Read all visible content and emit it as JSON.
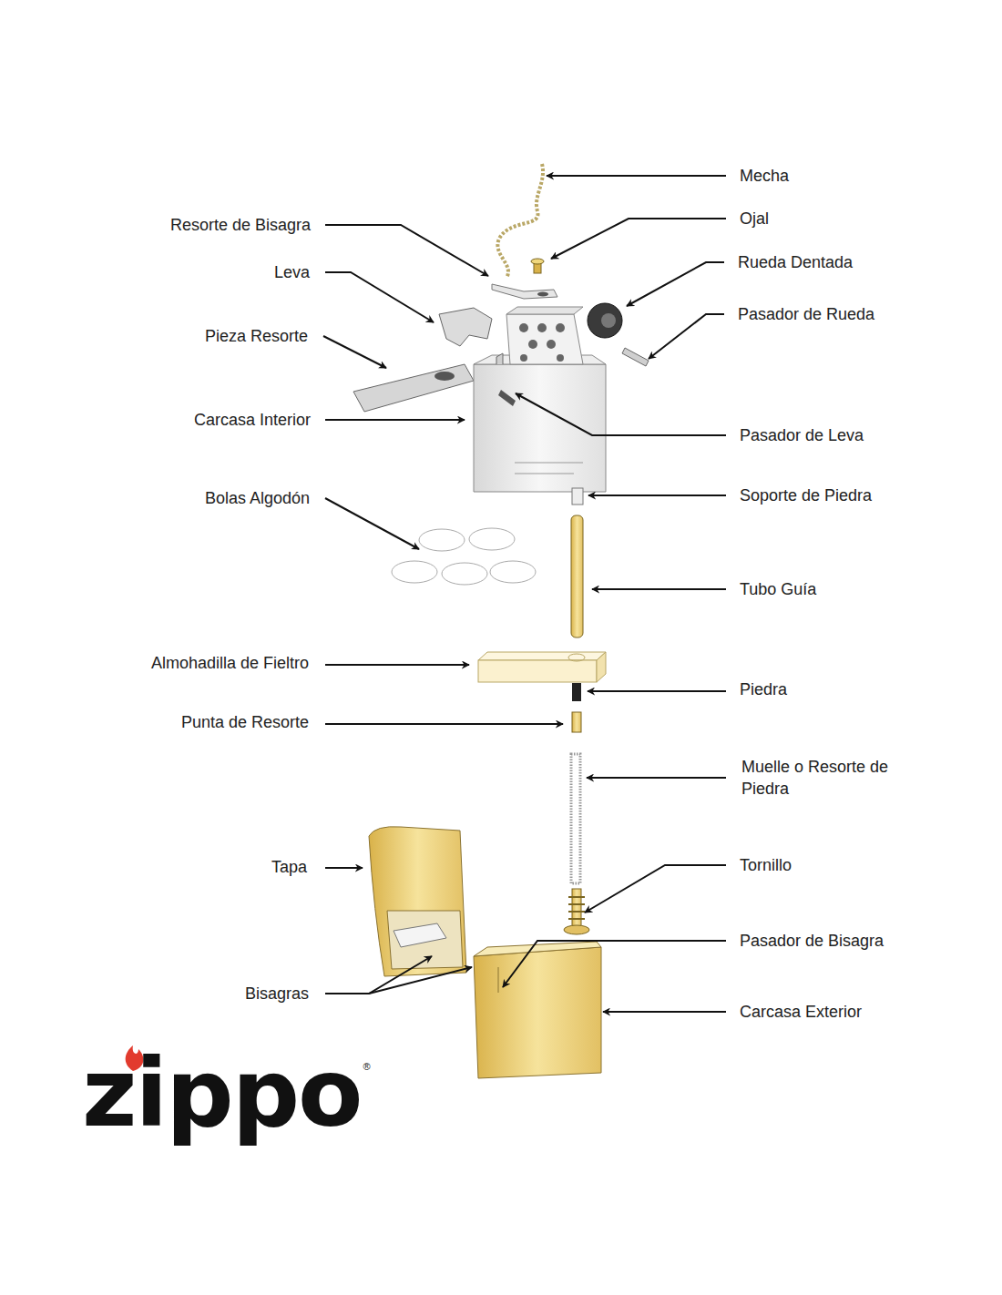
{
  "diagram": {
    "labels": [
      "Mecha",
      "Ojal",
      "Resorte de Bisagra",
      "Rueda Dentada",
      "Leva",
      "Pasador de Rueda",
      "Pieza Resorte",
      "Carcasa Interior",
      "Pasador de Leva",
      "Soporte de Piedra",
      "Bolas Algodón",
      "Tubo Guía",
      "Almohadilla de Fieltro",
      "Piedra",
      "Punta de Resorte",
      "Muelle o Resorte de Piedra",
      "Tornillo",
      "Tapa",
      "Pasador de Bisagra",
      "Bisagras",
      "Carcasa Exterior",
      "zippo",
      "®"
    ]
  }
}
